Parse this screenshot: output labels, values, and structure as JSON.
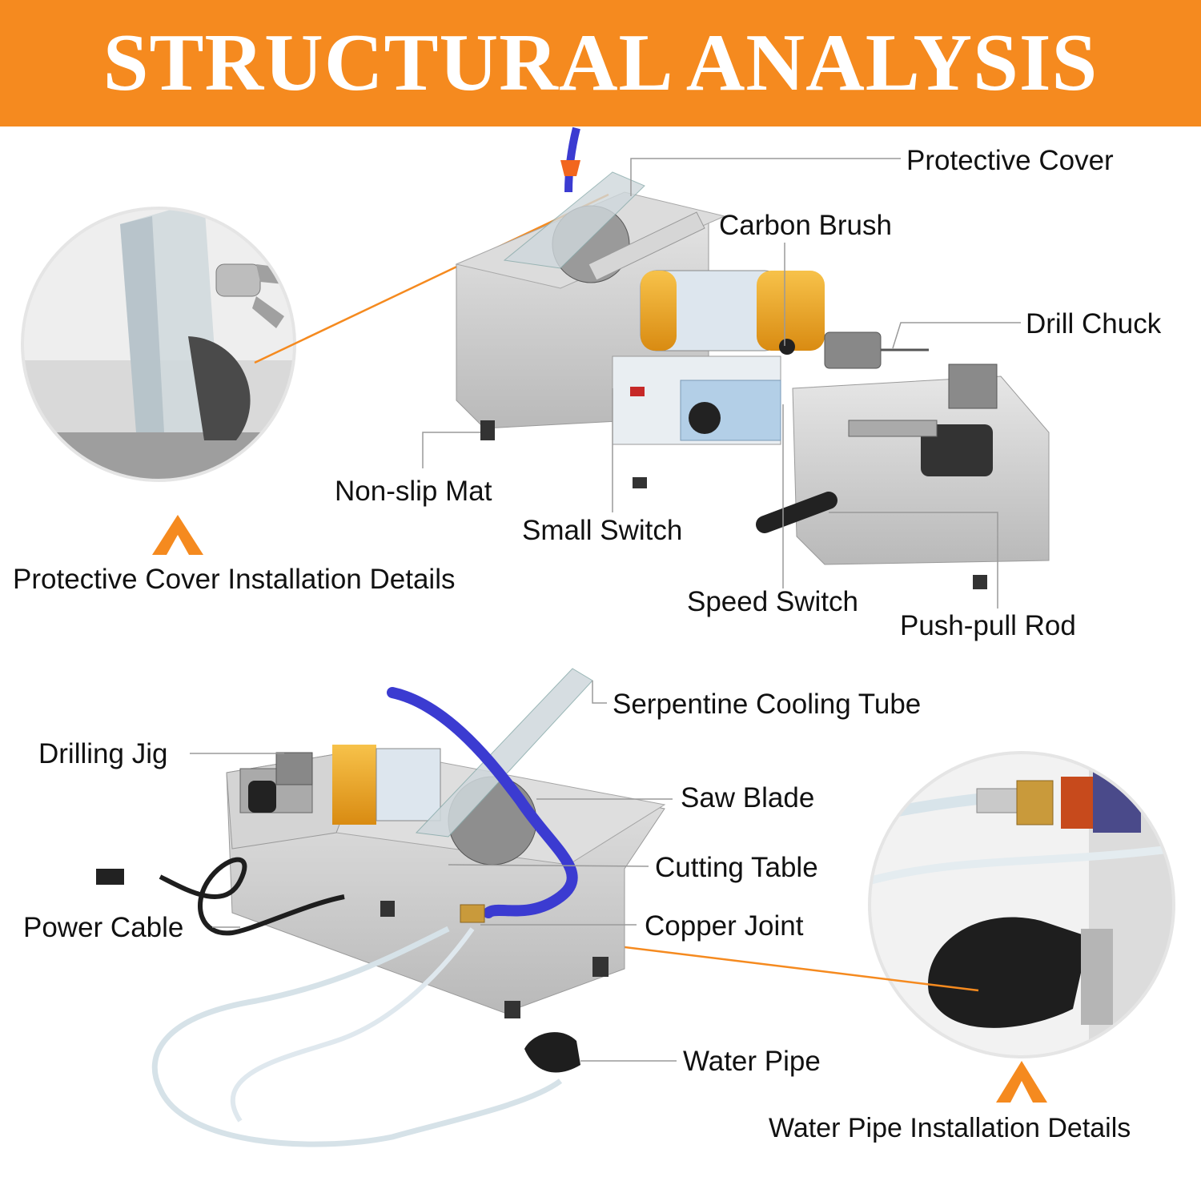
{
  "title": "STRUCTURAL ANALYSIS",
  "colors": {
    "accent": "#f58a1f",
    "leader": "#9a9a9a",
    "tube": "#3b3bd1",
    "motor": "#f2a71e"
  },
  "top_section": {
    "labels": {
      "protective_cover": "Protective Cover",
      "carbon_brush": "Carbon Brush",
      "drill_chuck": "Drill Chuck",
      "non_slip_mat": "Non-slip Mat",
      "small_switch": "Small Switch",
      "speed_switch": "Speed Switch",
      "push_pull_rod": "Push-pull Rod"
    },
    "detail_caption": "Protective Cover Installation Details"
  },
  "bottom_section": {
    "labels": {
      "serpentine_cooling_tube": "Serpentine Cooling Tube",
      "drilling_jig": "Drilling Jig",
      "saw_blade": "Saw Blade",
      "cutting_table": "Cutting Table",
      "power_cable": "Power Cable",
      "copper_joint": "Copper Joint",
      "water_pipe": "Water Pipe"
    },
    "detail_caption": "Water Pipe Installation Details"
  }
}
